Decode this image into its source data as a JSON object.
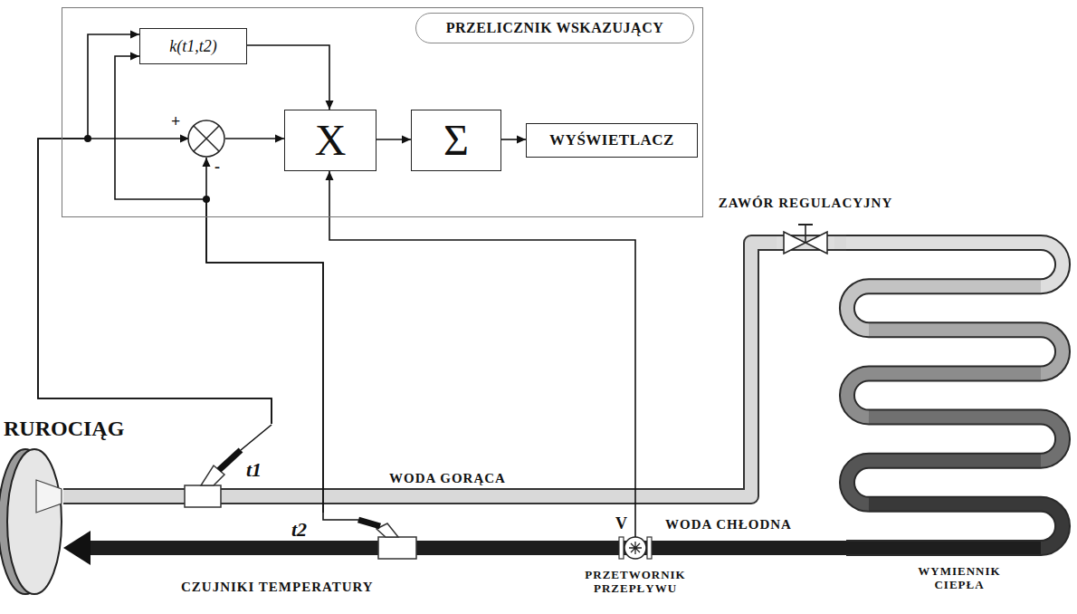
{
  "diagram": {
    "nodes": [
      {
        "text": [
          "PRZELICZNIK WSKAZUJĄCY"
        ]
      },
      {
        "text": [
          "k(t1,t2)"
        ],
        "in": 0
      },
      {
        "text": [
          "+",
          "-"
        ],
        "in": 0
      },
      {
        "text": [
          "X"
        ],
        "in": 0
      },
      {
        "text": [
          "Σ"
        ],
        "in": 0
      },
      {
        "text": [
          "WYŚWIETLACZ"
        ],
        "in": 0
      },
      {
        "text": [
          "RUROCIĄG"
        ]
      },
      {
        "text": [
          "t1"
        ]
      },
      {
        "text": [
          "t2"
        ]
      },
      {
        "text": [
          "V",
          "PRZETWORNIK PRZEPŁYWU"
        ]
      },
      {
        "text": [
          "ZAWÓR REGULACYJNY"
        ]
      },
      {
        "text": [
          "WYMIENNIK CIEPŁA"
        ]
      }
    ],
    "edges": [
      {
        "from": 7,
        "to": 2,
        "arrow": "to"
      },
      {
        "from": 7,
        "to": 1,
        "arrow": "to"
      },
      {
        "from": 8,
        "to": 2,
        "arrow": "to"
      },
      {
        "from": 8,
        "to": 1,
        "arrow": "to"
      },
      {
        "from": 2,
        "to": 3,
        "arrow": "to"
      },
      {
        "from": 1,
        "to": 3,
        "arrow": "to"
      },
      {
        "from": 9,
        "to": 3,
        "arrow": "to"
      },
      {
        "from": 3,
        "to": 4,
        "arrow": "to"
      },
      {
        "from": 4,
        "to": 5,
        "arrow": "to"
      },
      {
        "from": 6,
        "to": 7,
        "arrow": "none"
      },
      {
        "from": 7,
        "to": 10,
        "arrow": "none"
      },
      {
        "from": 10,
        "to": 11,
        "arrow": "none"
      },
      {
        "from": 11,
        "to": 9,
        "arrow": "none"
      },
      {
        "from": 9,
        "to": 8,
        "arrow": "none"
      },
      {
        "from": 8,
        "to": 6,
        "arrow": "to"
      }
    ],
    "labels": [
      "WODA GORĄCA",
      "WODA CHŁODNA",
      "CZUJNIKI TEMPERATURY"
    ]
  }
}
